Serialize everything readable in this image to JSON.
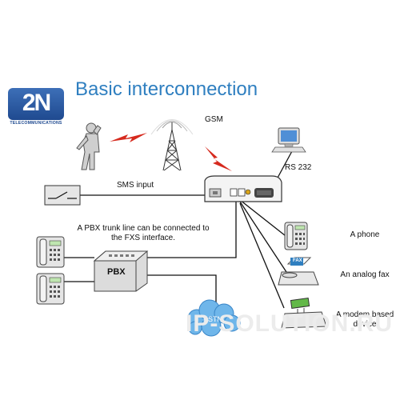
{
  "logo": {
    "mark": "2N",
    "subtitle": "TELECOMMUNICATIONS"
  },
  "title": "Basic interconnection",
  "labels": {
    "gsm": "GSM",
    "rs232": "RS 232",
    "sms_input": "SMS input",
    "pbx_note_line1": "A PBX trunk line can be connected to",
    "pbx_note_line2": "the FXS interface.",
    "pbx": "PBX",
    "pstn": "PSTN",
    "phone": "A phone",
    "fax": "An analog fax",
    "fax_screen": "FAX",
    "modem_line1": "A modem based",
    "modem_line2": "device"
  },
  "watermark": "IP-SOLUTION.RU",
  "colors": {
    "title": "#2f7fc0",
    "accent_red": "#d62a1e",
    "cloud": "#6fb6ea",
    "phone_screen": "#62b848"
  },
  "icons": [
    "person-on-phone-icon",
    "lightning-icon",
    "gsm-tower-icon",
    "computer-icon",
    "gateway-device-icon",
    "switch-icon",
    "desk-phone-icon",
    "pbx-box-icon",
    "cloud-icon",
    "fax-machine-icon",
    "modem-device-icon"
  ]
}
